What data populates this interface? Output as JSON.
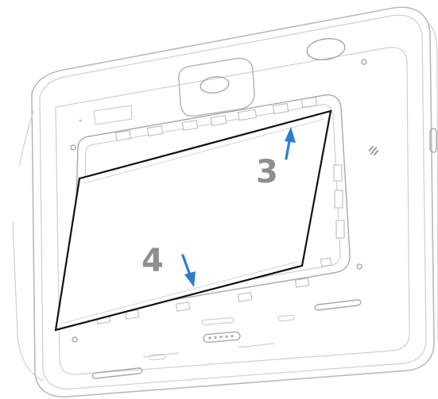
{
  "callouts": {
    "step_3": "3",
    "step_4": "4"
  },
  "colors": {
    "line_art": "#b9b9b9",
    "battery_outline": "#111111",
    "arrow": "#2a7ec9",
    "step_number": "#8e8e8e"
  },
  "arrows": {
    "step_3": "up",
    "step_4": "down-right"
  }
}
